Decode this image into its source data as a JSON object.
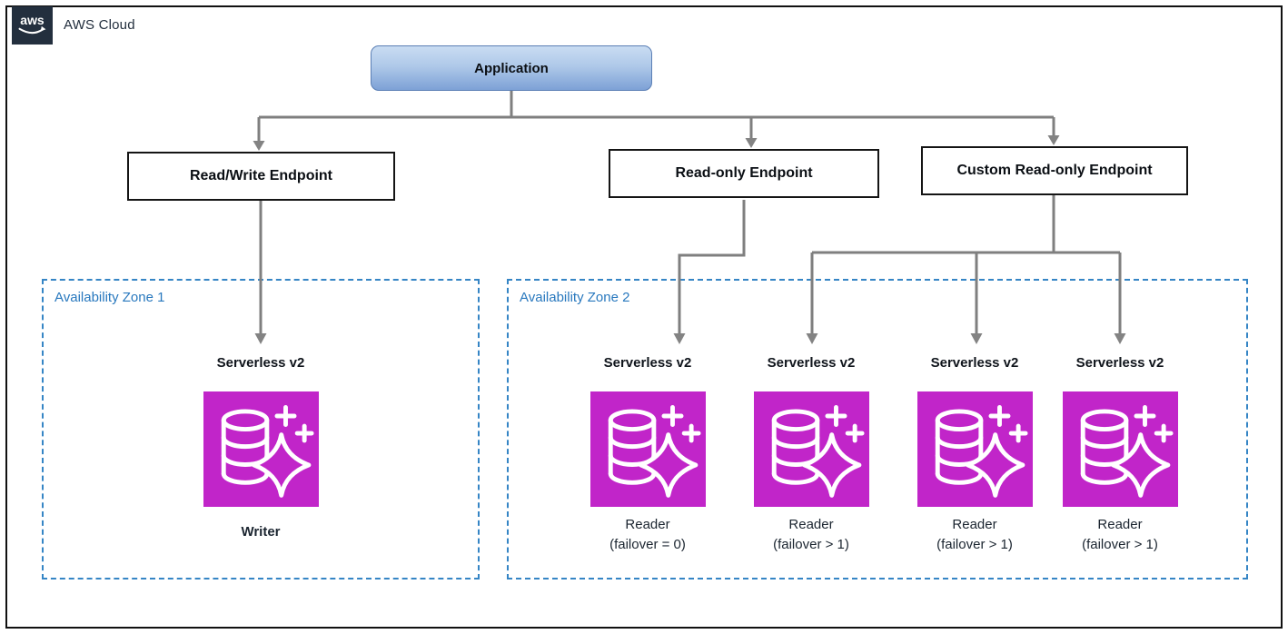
{
  "header": {
    "logo_text": "aws",
    "title": "AWS Cloud"
  },
  "application": {
    "label": "Application"
  },
  "endpoints": [
    {
      "id": "read-write",
      "label": "Read/Write Endpoint"
    },
    {
      "id": "read-only",
      "label": "Read-only Endpoint"
    },
    {
      "id": "custom-read-only",
      "label": "Custom Read-only Endpoint"
    }
  ],
  "zones": [
    {
      "label": "Availability Zone 1",
      "instances": [
        {
          "title": "Serverless v2",
          "role": "Writer",
          "detail": ""
        }
      ]
    },
    {
      "label": "Availability Zone 2",
      "instances": [
        {
          "title": "Serverless v2",
          "role": "Reader",
          "detail": "(failover = 0)"
        },
        {
          "title": "Serverless v2",
          "role": "Reader",
          "detail": "(failover > 1)"
        },
        {
          "title": "Serverless v2",
          "role": "Reader",
          "detail": "(failover > 1)"
        },
        {
          "title": "Serverless v2",
          "role": "Reader",
          "detail": "(failover > 1)"
        }
      ]
    }
  ],
  "icons": {
    "aurora_serverless": "aurora-serverless-database-sparkle-icon",
    "aws_smile": "aws-smile-logo-icon"
  },
  "colors": {
    "aurora_icon_bg": "#C125C9",
    "az_border_blue": "#3585C5",
    "az_label_blue": "#2878BE",
    "connector_gray": "#7F7F7F",
    "logo_navy": "#232F3E",
    "app_gradient_top": "#C9DCF2",
    "app_gradient_bottom": "#7DA1D6"
  }
}
